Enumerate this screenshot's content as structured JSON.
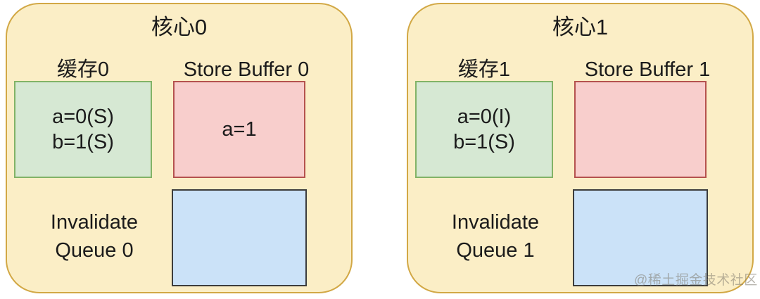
{
  "colors": {
    "card_fill": "#FBEEC6",
    "card_border": "#D2A845",
    "cache_fill": "#D6E8D3",
    "cache_border": "#82B366",
    "store_buffer_fill": "#F8CECC",
    "store_buffer_border": "#B5524E",
    "invalidate_queue_fill": "#CBE2F8",
    "invalidate_queue_border": "#3C3C3C"
  },
  "cores": [
    {
      "title": "核心0",
      "cache": {
        "label": "缓存0",
        "lines": [
          "a=0(S)",
          "b=1(S)"
        ]
      },
      "store_buffer": {
        "label": "Store Buffer 0",
        "content": "a=1"
      },
      "invalidate_queue": {
        "label_line1": "Invalidate",
        "label_line2": "Queue 0",
        "content": ""
      }
    },
    {
      "title": "核心1",
      "cache": {
        "label": "缓存1",
        "lines": [
          "a=0(I)",
          "b=1(S)"
        ]
      },
      "store_buffer": {
        "label": "Store Buffer 1",
        "content": ""
      },
      "invalidate_queue": {
        "label_line1": "Invalidate",
        "label_line2": "Queue 1",
        "content": ""
      }
    }
  ],
  "watermark": {
    "text": "@稀土掘金技术社区"
  }
}
